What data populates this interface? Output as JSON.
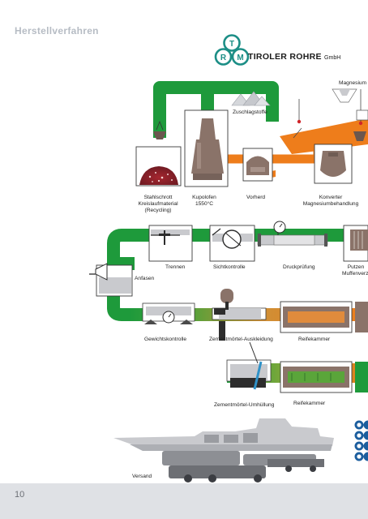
{
  "header": {
    "title": "Herstellverfahren"
  },
  "brand": {
    "name": "TIROLER ROHRE",
    "suffix": "GmbH",
    "logo_letters": [
      "T",
      "R",
      "M"
    ]
  },
  "stages": {
    "zuschlagstoffe": "Zuschlagstoffe",
    "magnesium": "Magnesium",
    "stahlschrott": [
      "Stahlschrott",
      "Kreislaufmaterial",
      "(Recycling)"
    ],
    "kupolofen": [
      "Kupolofen",
      "1550°C"
    ],
    "vorherd": "Vorherd",
    "konverter": [
      "Konverter",
      "Magnesiumbehandlung"
    ],
    "anfasen": "Anfasen",
    "trennen": "Trennen",
    "sichtkontrolle": "Sichtkontrolle",
    "druckpruefung": "Druckprüfung",
    "putzen": [
      "Putzen",
      "Muffenverzi"
    ],
    "gewichtskontrolle": "Gewichtskontrolle",
    "zementmoertel_auskleidung": "Zementmörtel-Auskleidung",
    "reifekammer_1": "Reifekammer",
    "zementmoertel_umhuellung": "Zementmörtel-Umhüllung",
    "reifekammer_2": "Reifekammer",
    "versand": "Versand"
  },
  "footer": {
    "page_number": "10"
  },
  "colors": {
    "green": "#1e9a3b",
    "orange": "#ee7d1b",
    "machine_brown": "#8a7369",
    "furnace": "#d46a29",
    "gray_fill": "#c9cace",
    "logo_teal": "#1c8e86"
  }
}
